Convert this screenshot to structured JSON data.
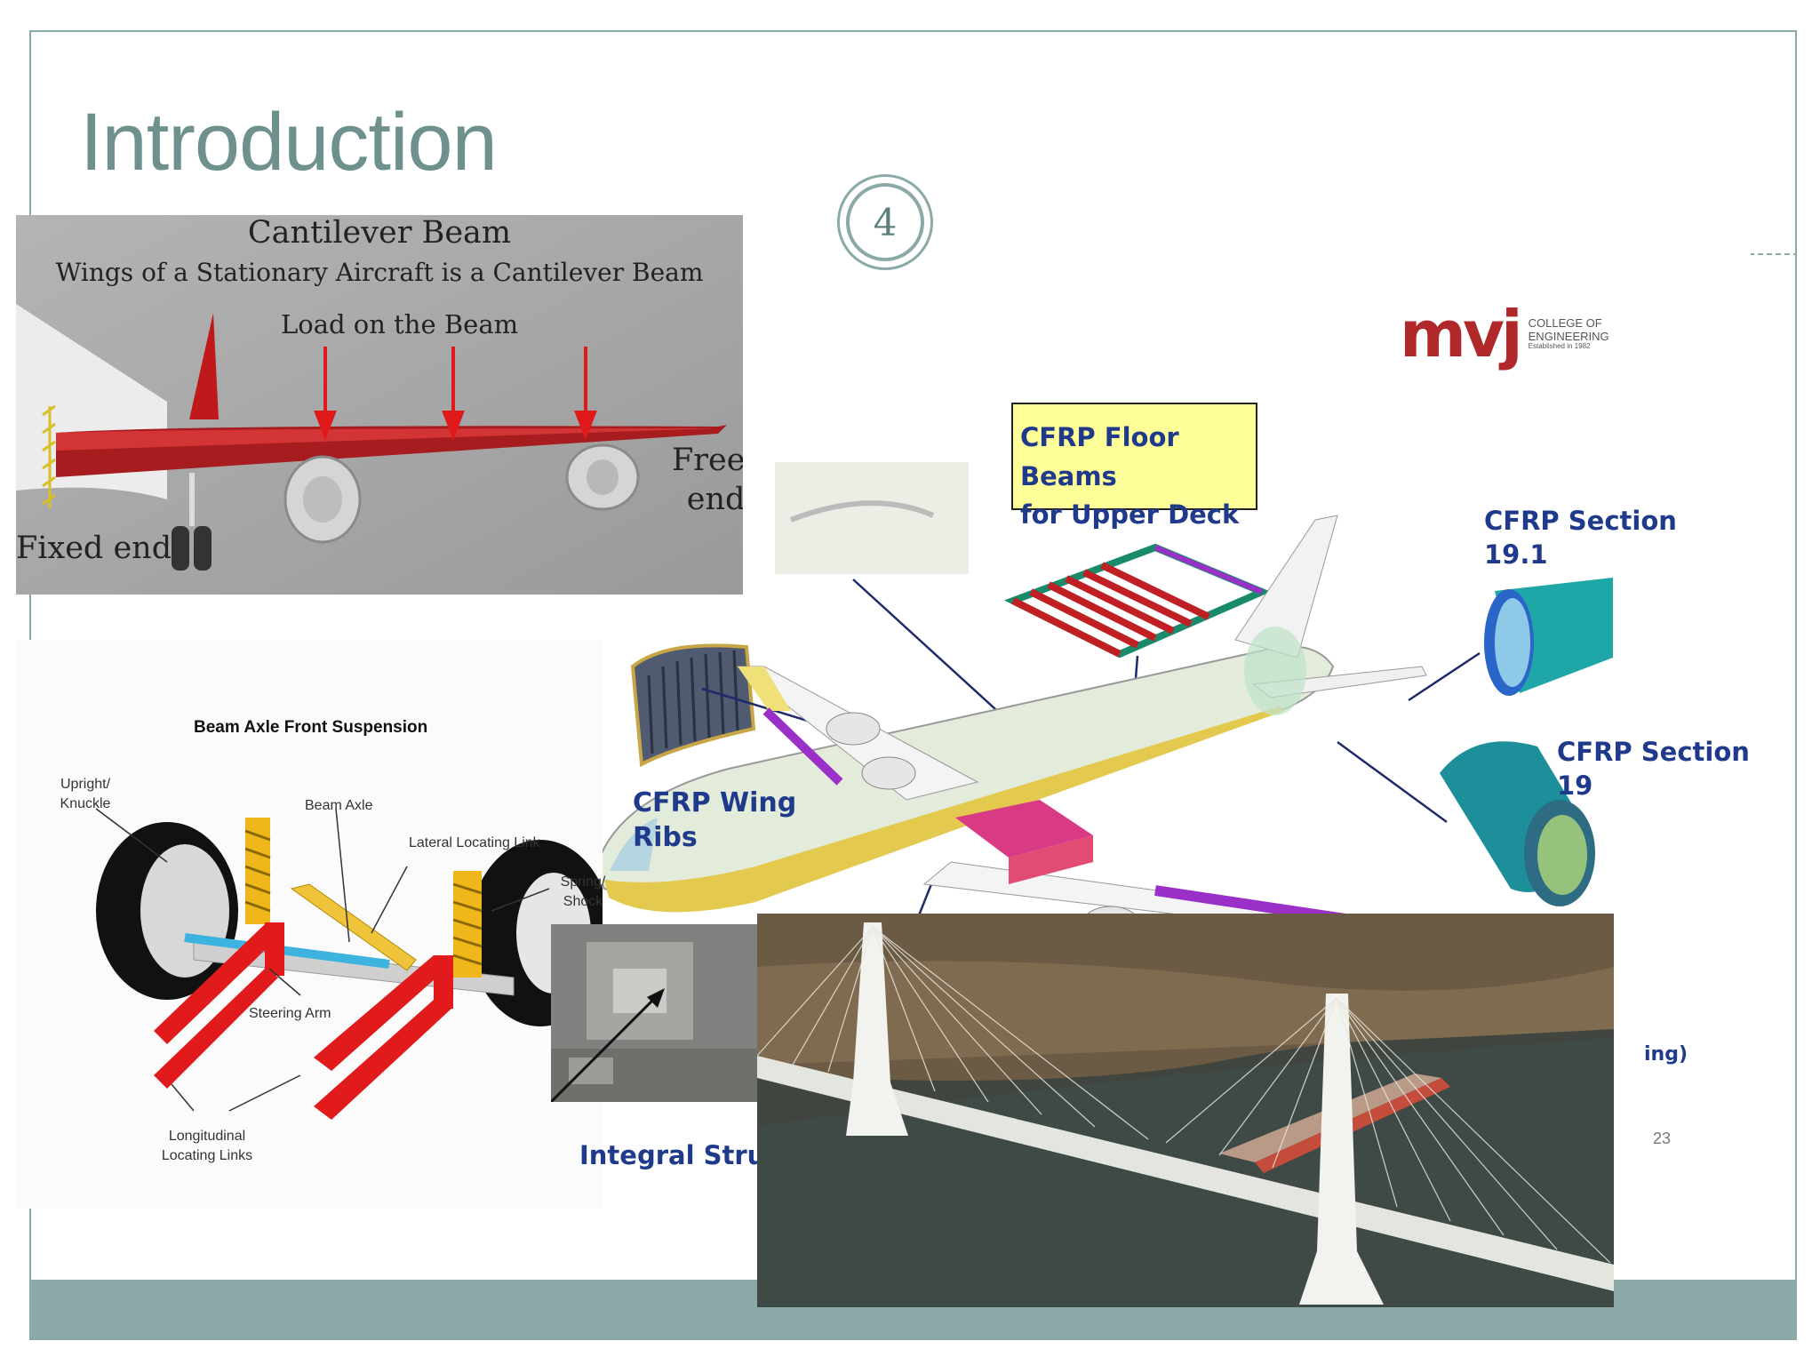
{
  "slide": {
    "title": "Introduction",
    "page_number": "4"
  },
  "cantilever": {
    "title": "Cantilever Beam",
    "subtitle": "Wings of a Stationary Aircraft is a Cantilever Beam",
    "load_label": "Load on the Beam",
    "free_end_line1": "Free",
    "free_end_line2": "end",
    "fixed_end": "Fixed end"
  },
  "aircraft": {
    "floor_beams_line1": "CFRP Floor Beams",
    "floor_beams_line2": "for Upper Deck",
    "section_191_line1": "CFRP Section",
    "section_191_line2": "19.1",
    "section_19_line1": "CFRP Section",
    "section_19_line2": "19",
    "wing_ribs_line1": "CFRP Wing",
    "wing_ribs_line2": "Ribs",
    "integral": "Integral Structur",
    "partial_label": "ing)",
    "slide_number": "23"
  },
  "mvj": {
    "logo_text": "mvj",
    "line1": "COLLEGE OF",
    "line2": "ENGINEERING",
    "line3": "Established in 1982"
  },
  "suspension": {
    "title": "Beam Axle Front Suspension",
    "upright": "Upright/ Knuckle",
    "beam_axle": "Beam Axle",
    "lateral": "Lateral Locating Link",
    "spring": "Spring/ Shock",
    "steering": "Steering Arm",
    "longitudinal": "Longitudinal Locating Links"
  },
  "colors": {
    "accent": "#8aa9a7",
    "title": "#6f918e",
    "label_blue": "#1f3a8a",
    "beam_red": "#c0191b"
  }
}
